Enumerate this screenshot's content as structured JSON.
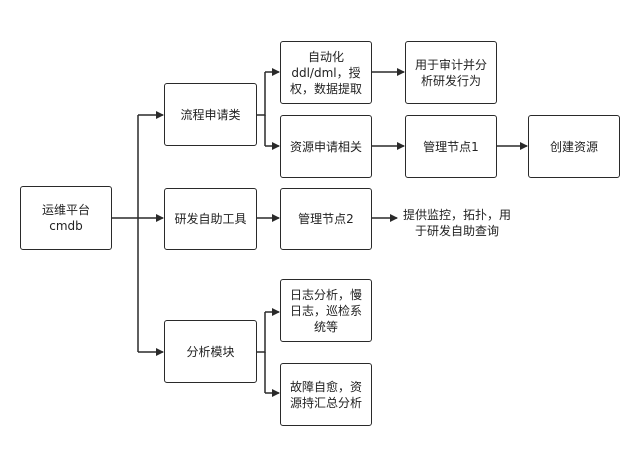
{
  "nodes": {
    "root": "运维平台\ncmdb",
    "process": "流程申请类",
    "rnd_tools": "研发自助工具",
    "analysis": "分析模块",
    "auto_ddl": "自动化\nddl/dml，授\n权，数据提取",
    "resource_req": "资源申请相关",
    "audit": "用于审计并分\n析研发行为",
    "mgmt_node1": "管理节点1",
    "create_resource": "创建资源",
    "mgmt_node2": "管理节点2",
    "log_analysis": "日志分析，慢\n日志，巡检系\n统等",
    "fault_heal": "故障自愈，资\n源持汇总分析"
  },
  "notes": {
    "monitoring": "提供监控，拓扑，用\n于研发自助查询"
  }
}
